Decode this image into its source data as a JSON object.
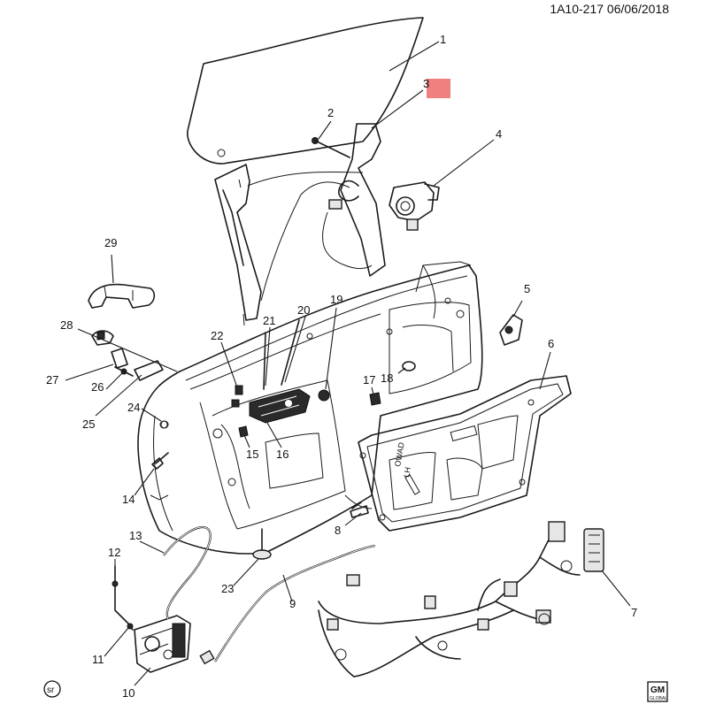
{
  "header": {
    "code": "1A10-217  06/06/2018"
  },
  "highlight_color": "#f08080",
  "callouts": [
    "1",
    "2",
    "3",
    "4",
    "5",
    "6",
    "7",
    "8",
    "9",
    "10",
    "11",
    "12",
    "13",
    "14",
    "15",
    "16",
    "17",
    "18",
    "19",
    "20",
    "21",
    "22",
    "23",
    "24",
    "25",
    "26",
    "27",
    "28",
    "29"
  ],
  "footer": {
    "left_symbol": "sr",
    "right_logo_top": "GM",
    "right_logo_bottom": "GLOBAL"
  }
}
